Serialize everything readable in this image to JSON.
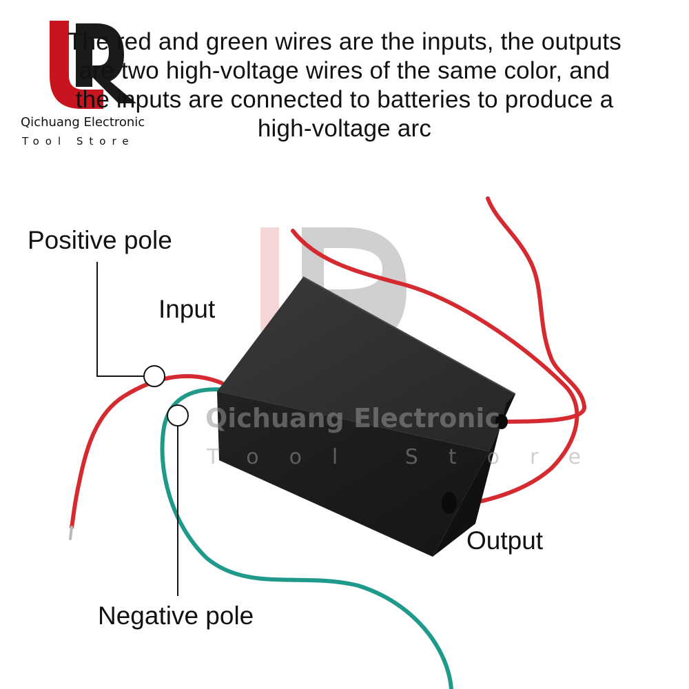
{
  "headline": {
    "lines": [
      "The red and green wires are the inputs, the outputs",
      "are two high-voltage wires of the same color, and",
      "the inputs are connected to batteries to produce a",
      "high-voltage arc"
    ]
  },
  "brand": {
    "name": "Qichuang Electronic",
    "sub": "Tool Store"
  },
  "watermark": {
    "name": "Qichuang Electronic",
    "sub": "Tool Store"
  },
  "callouts": {
    "positive": "Positive pole",
    "input": "Input",
    "output": "Output",
    "negative": "Negative pole"
  },
  "colors": {
    "wire_red": "#d42a30",
    "wire_green": "#1f9a8a",
    "module_body": "#2b2b2b",
    "logo_red": "#c8141e",
    "logo_black": "#1a1a1a"
  }
}
